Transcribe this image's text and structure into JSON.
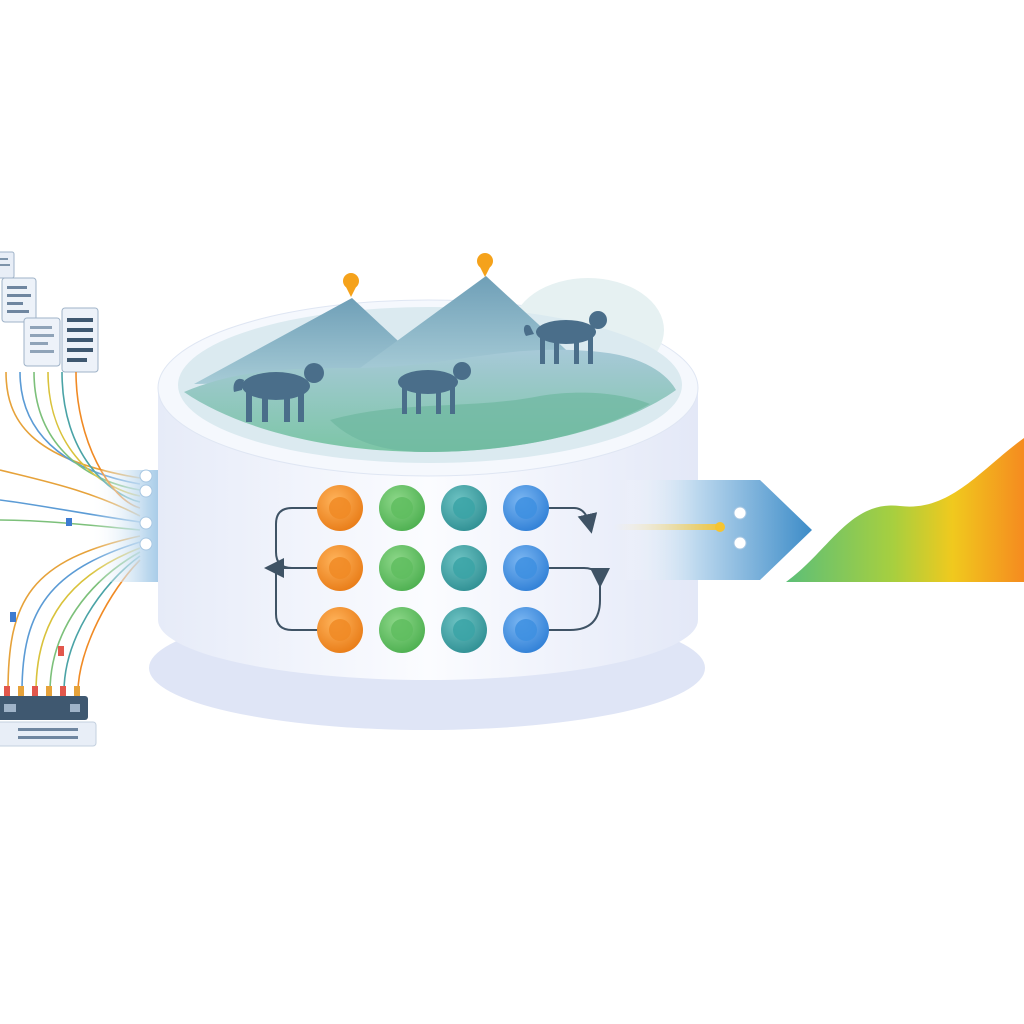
{
  "diagram": {
    "colors": {
      "background": "#ffffff",
      "cylinder_body": "#eef2fb",
      "cylinder_shadow": "#dfe5f6",
      "mountain": "#7fa9bf",
      "hill_green": "#7cc6a6",
      "animal": "#4a6e8a",
      "pin": "#f5a21b",
      "arrow_blue": "#3d8cc8",
      "node_orange": "#f08a24",
      "node_green": "#5fbd5f",
      "node_teal": "#3aa3a6",
      "node_blue": "#3d8fe0",
      "connector": "#3f5365",
      "output_green": "#5cbf78",
      "output_yellow": "#f0c91e",
      "output_orange": "#f58b1f"
    },
    "icons": {
      "sources": "document-stack-icon",
      "hub": "network-switch-icon",
      "pins": "location-pin-icon",
      "animals": "animal-icon",
      "output": "area-wave-icon"
    },
    "node_grid": {
      "rows": 3,
      "columns": 4,
      "column_colors": [
        "node_orange",
        "node_green",
        "node_teal",
        "node_blue"
      ]
    },
    "input_ports": 4,
    "output_ports": 2,
    "animals": 3,
    "pins": 2
  }
}
